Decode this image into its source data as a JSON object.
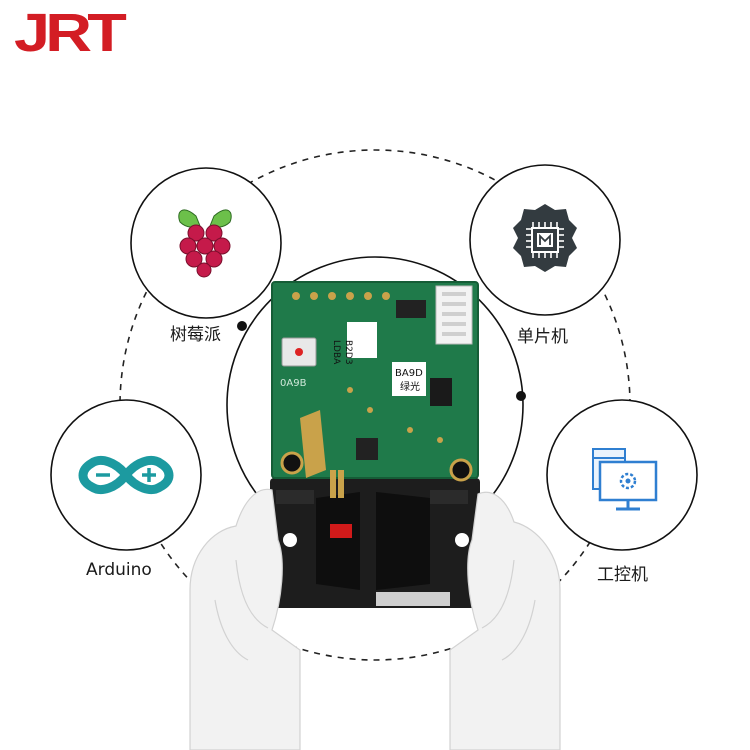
{
  "logo": {
    "text": "JRT",
    "color": "#d31d24"
  },
  "features": [
    {
      "label": "树莓派",
      "icon": "raspberry-pi-icon"
    },
    {
      "label": "单片机",
      "icon": "microchip-icon"
    },
    {
      "label": "Arduino",
      "icon": "arduino-icon"
    },
    {
      "label": "工控机",
      "icon": "industrial-computer-icon"
    }
  ],
  "board_markings": {
    "chip_a": "LDBA",
    "chip_a2": "B2D3",
    "chip_b": "BA9D",
    "chip_b2": "绿光",
    "silkscreen": "0A9B"
  },
  "colors": {
    "pcb": "#1f7a4a",
    "arduino": "#1c9aa0",
    "raspberry_red": "#c51a4a",
    "raspberry_green": "#6cc04a",
    "chip_dark": "#333b40",
    "monitor_blue": "#2f7fd1"
  }
}
